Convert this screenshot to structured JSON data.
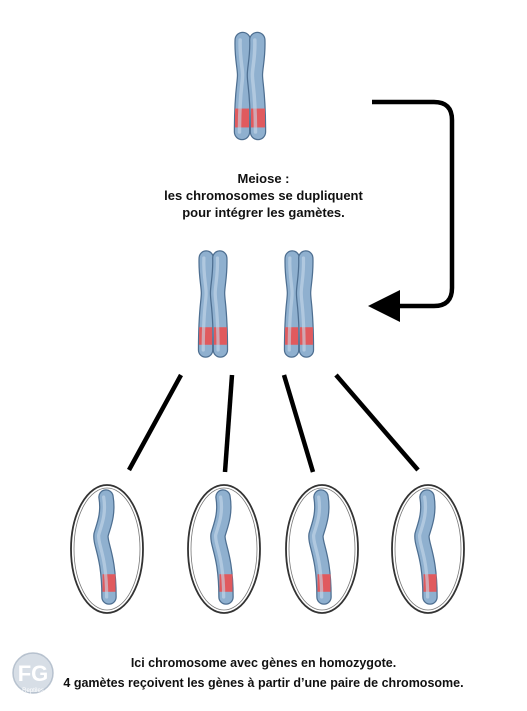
{
  "meiose": {
    "title": "Meiose :",
    "line1": "les chromosomes se dupliquent",
    "line2": "pour intégrer les gamètes."
  },
  "bottom": {
    "line1": "Ici chromosome avec gènes en homozygote.",
    "line2": "4 gamètes reçoivent les gènes à partir d’une paire de chromosome."
  },
  "logo": {
    "mark": "FG",
    "sub": "Reptiles"
  },
  "colors": {
    "chromosome": "#8fb0cf",
    "chromosome_outline": "#4e6f91",
    "gene_band": "#e05a5e",
    "arrow": "#000000",
    "ellipse_outline": "#333333"
  }
}
